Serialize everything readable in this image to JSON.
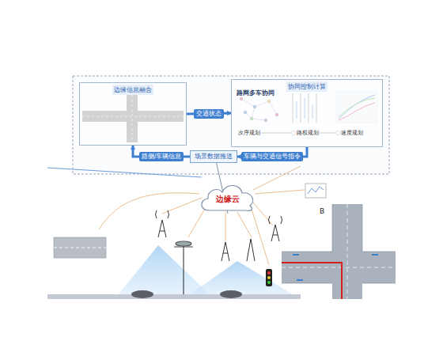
{
  "diagram": {
    "nodes": [
      {
        "text": [
          "边缘信息融合"
        ]
      },
      {
        "text": [
          "协同控制计算"
        ]
      },
      {
        "text": [
          "路网多车协同"
        ],
        "in": 1
      },
      {
        "text": [
          "次序规划"
        ],
        "in": 1
      },
      {
        "text": [
          "路权规划"
        ],
        "in": 1
      },
      {
        "text": [
          "速度规划"
        ],
        "in": 1
      },
      {
        "text": [
          "场景数据推送"
        ]
      },
      {
        "text": [
          "边缘云"
        ]
      }
    ],
    "edges": [
      {
        "from": 0,
        "to": 1,
        "label": "交通状态",
        "arrow": "to"
      },
      {
        "from": 1,
        "to": 6,
        "label": "车辆与交通信号指令",
        "arrow": "to"
      },
      {
        "from": 6,
        "to": 0,
        "label": "路侧/车辆信息",
        "arrow": "to"
      },
      {
        "from": 7,
        "to": 6,
        "arrow": "none"
      },
      {
        "from": 3,
        "to": 4,
        "arrow": "to"
      },
      {
        "from": 4,
        "to": 5,
        "arrow": "to"
      }
    ],
    "labels": [
      "B"
    ]
  }
}
